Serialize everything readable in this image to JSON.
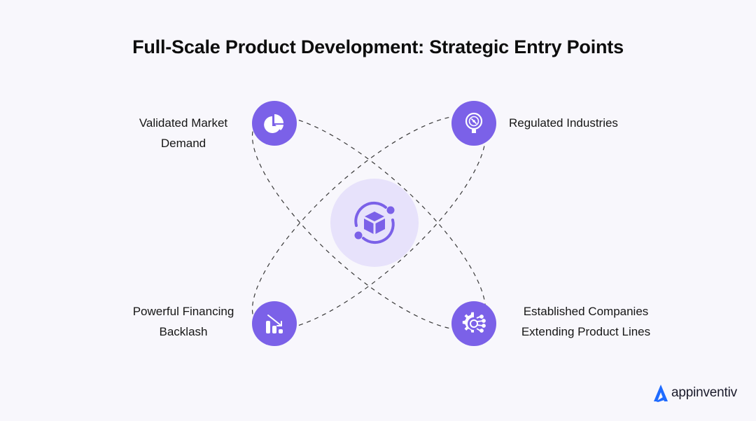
{
  "title": "Full-Scale Product Development: Strategic Entry Points",
  "center": {
    "icon": "cube-cycle-icon"
  },
  "entry_points": [
    {
      "id": "validated-market-demand",
      "line1": "Validated Market",
      "line2": "Demand",
      "icon": "pie-chart-icon",
      "position": "top-left"
    },
    {
      "id": "regulated-industries",
      "line1": "Regulated Industries",
      "line2": "",
      "icon": "pressure-gauge-icon",
      "position": "top-right"
    },
    {
      "id": "powerful-financing-backlash",
      "line1": "Powerful Financing",
      "line2": "Backlash",
      "icon": "declining-bar-chart-icon",
      "position": "bottom-left"
    },
    {
      "id": "established-companies",
      "line1": "Established Companies",
      "line2": "Extending Product Lines",
      "icon": "gear-circuit-icon",
      "position": "bottom-right"
    }
  ],
  "brand": {
    "name": "appinventiv",
    "accent": "#1f6bff"
  },
  "colors": {
    "primary": "#7b61e8",
    "center_bg": "#e7e2fb",
    "background": "#f8f7fc",
    "dash": "#333333"
  }
}
